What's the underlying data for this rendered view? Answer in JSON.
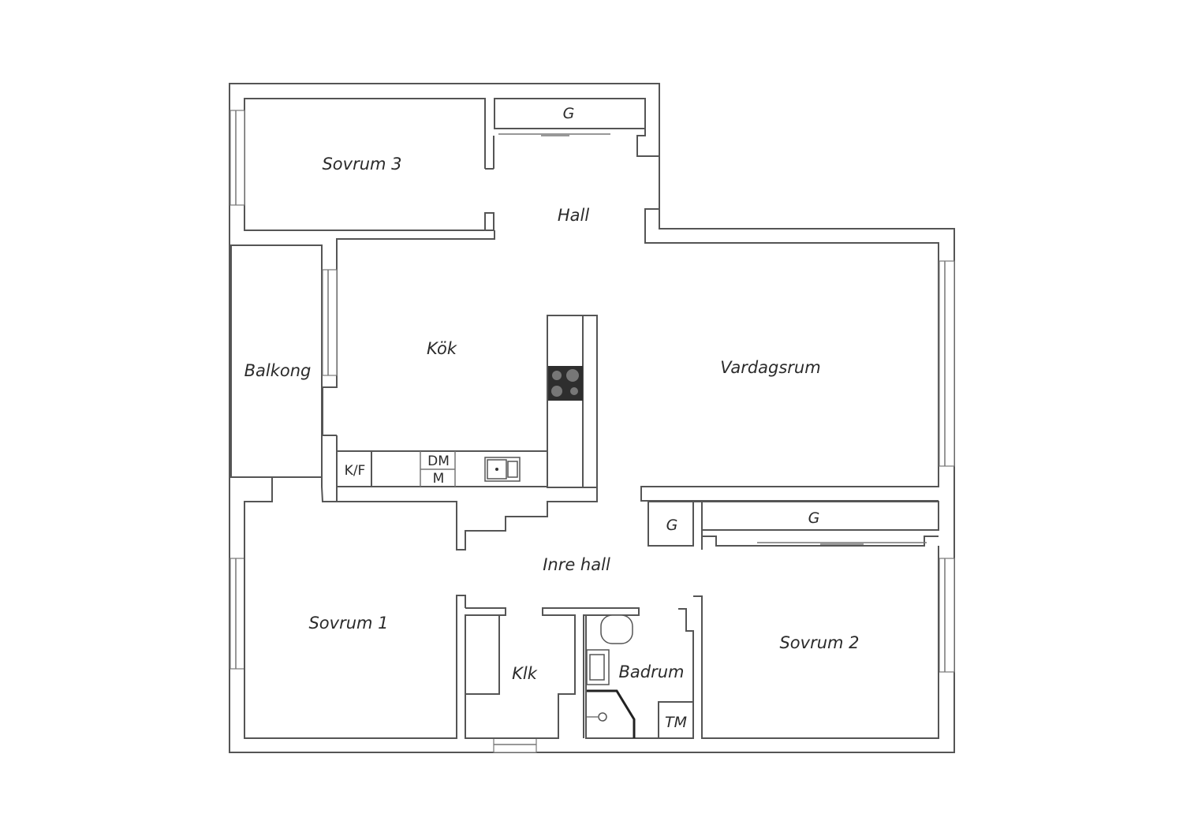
{
  "rooms": {
    "sovrum3": "Sovrum 3",
    "hall": "Hall",
    "garderob_hall": "G",
    "balkong": "Balkong",
    "kok": "Kök",
    "vardagsrum": "Vardagsrum",
    "inre_hall": "Inre hall",
    "garderob_small": "G",
    "garderob_long": "G",
    "sovrum1": "Sovrum 1",
    "klk": "Klk",
    "badrum": "Badrum",
    "sovrum2": "Sovrum 2",
    "tm": "TM"
  },
  "kitchen": {
    "kf": "K/F",
    "dm": "DM",
    "m": "M"
  },
  "colors": {
    "wall": "#555555",
    "stove": "#2e2e2e",
    "text": "#2b2b2b"
  }
}
